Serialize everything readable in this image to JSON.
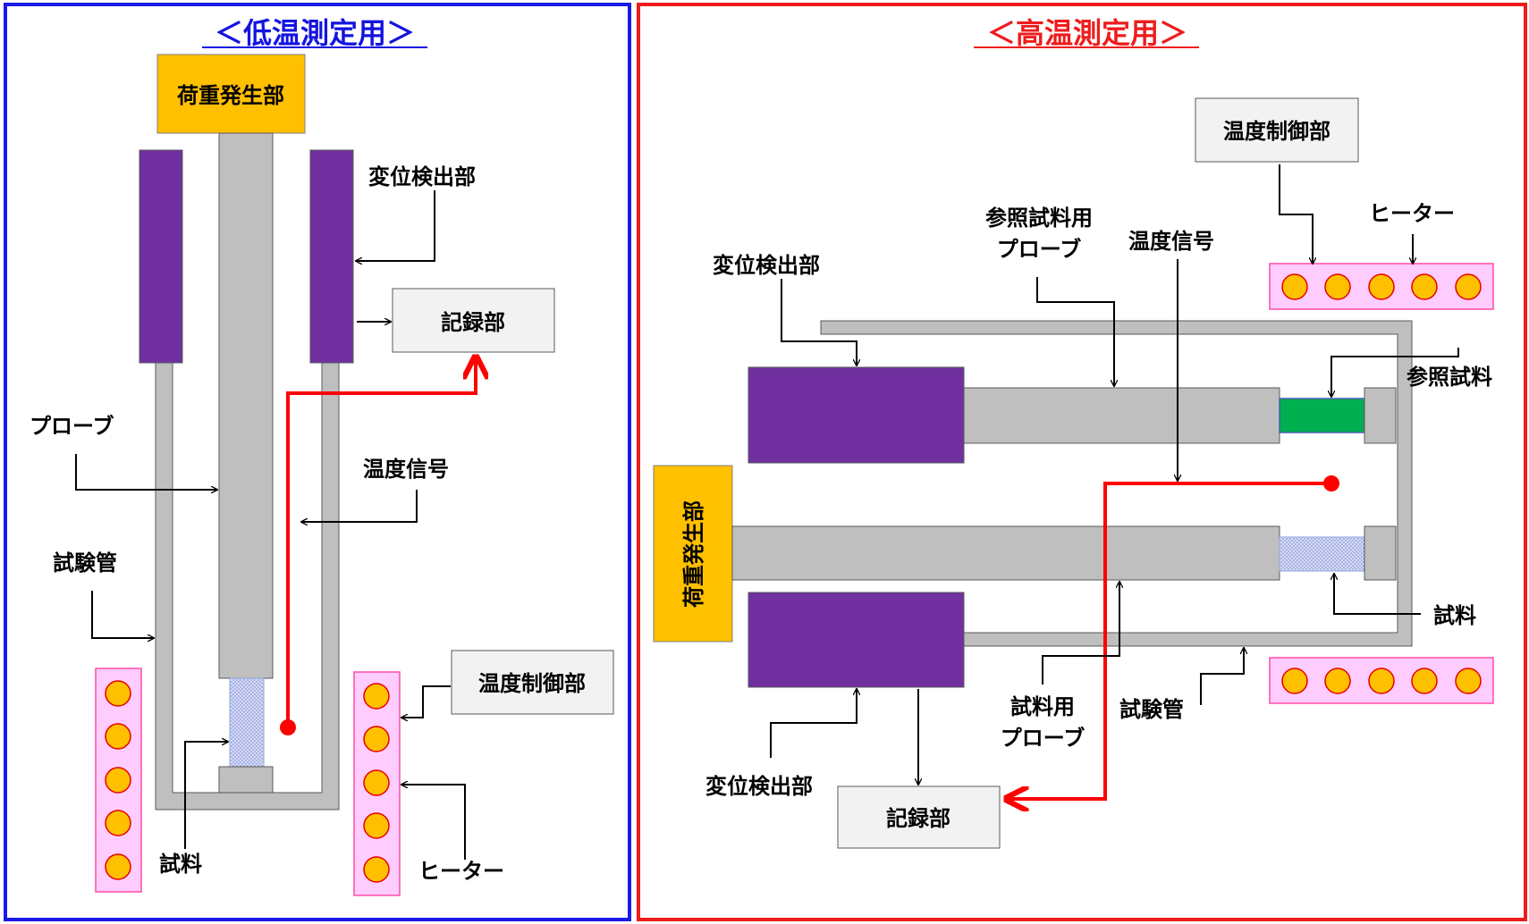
{
  "left_panel": {
    "title": "＜低温測定用＞",
    "border_color": "#1a1ae6",
    "load_unit_label": "荷重発生部",
    "displacement_label": "変位検出部",
    "recorder_label": "記録部",
    "probe_label": "プローブ",
    "temp_signal_label": "温度信号",
    "test_tube_label": "試験管",
    "temp_control_label": "温度制御部",
    "sample_label": "試料",
    "heater_label": "ヒーター"
  },
  "right_panel": {
    "title": "＜高温測定用＞",
    "border_color": "#ee1c1c",
    "temp_control_label": "温度制御部",
    "heater_label": "ヒーター",
    "reference_probe_label_line1": "参照試料用",
    "reference_probe_label_line2": "プローブ",
    "temp_signal_label": "温度信号",
    "displacement_label_top": "変位検出部",
    "reference_sample_label": "参照試料",
    "load_unit_label": "荷重発生部",
    "sample_label": "試料",
    "sample_probe_label_line1": "試料用",
    "sample_probe_label_line2": "プローブ",
    "test_tube_label": "試験管",
    "displacement_label_bottom": "変位検出部",
    "recorder_label": "記録部"
  },
  "colors": {
    "load_unit": "#ffc000",
    "detector": "#7030a0",
    "probe": "#bfbfbf",
    "box_fill": "#f2f2f2",
    "heater_panel": "#ffccff",
    "heater_border": "#ff4da6",
    "heater_element": "#ffc000",
    "heater_element_border": "#e60000",
    "signal_line": "#ff0000",
    "reference_sample": "#00b050",
    "sample_fill": "#c5cdf0"
  }
}
